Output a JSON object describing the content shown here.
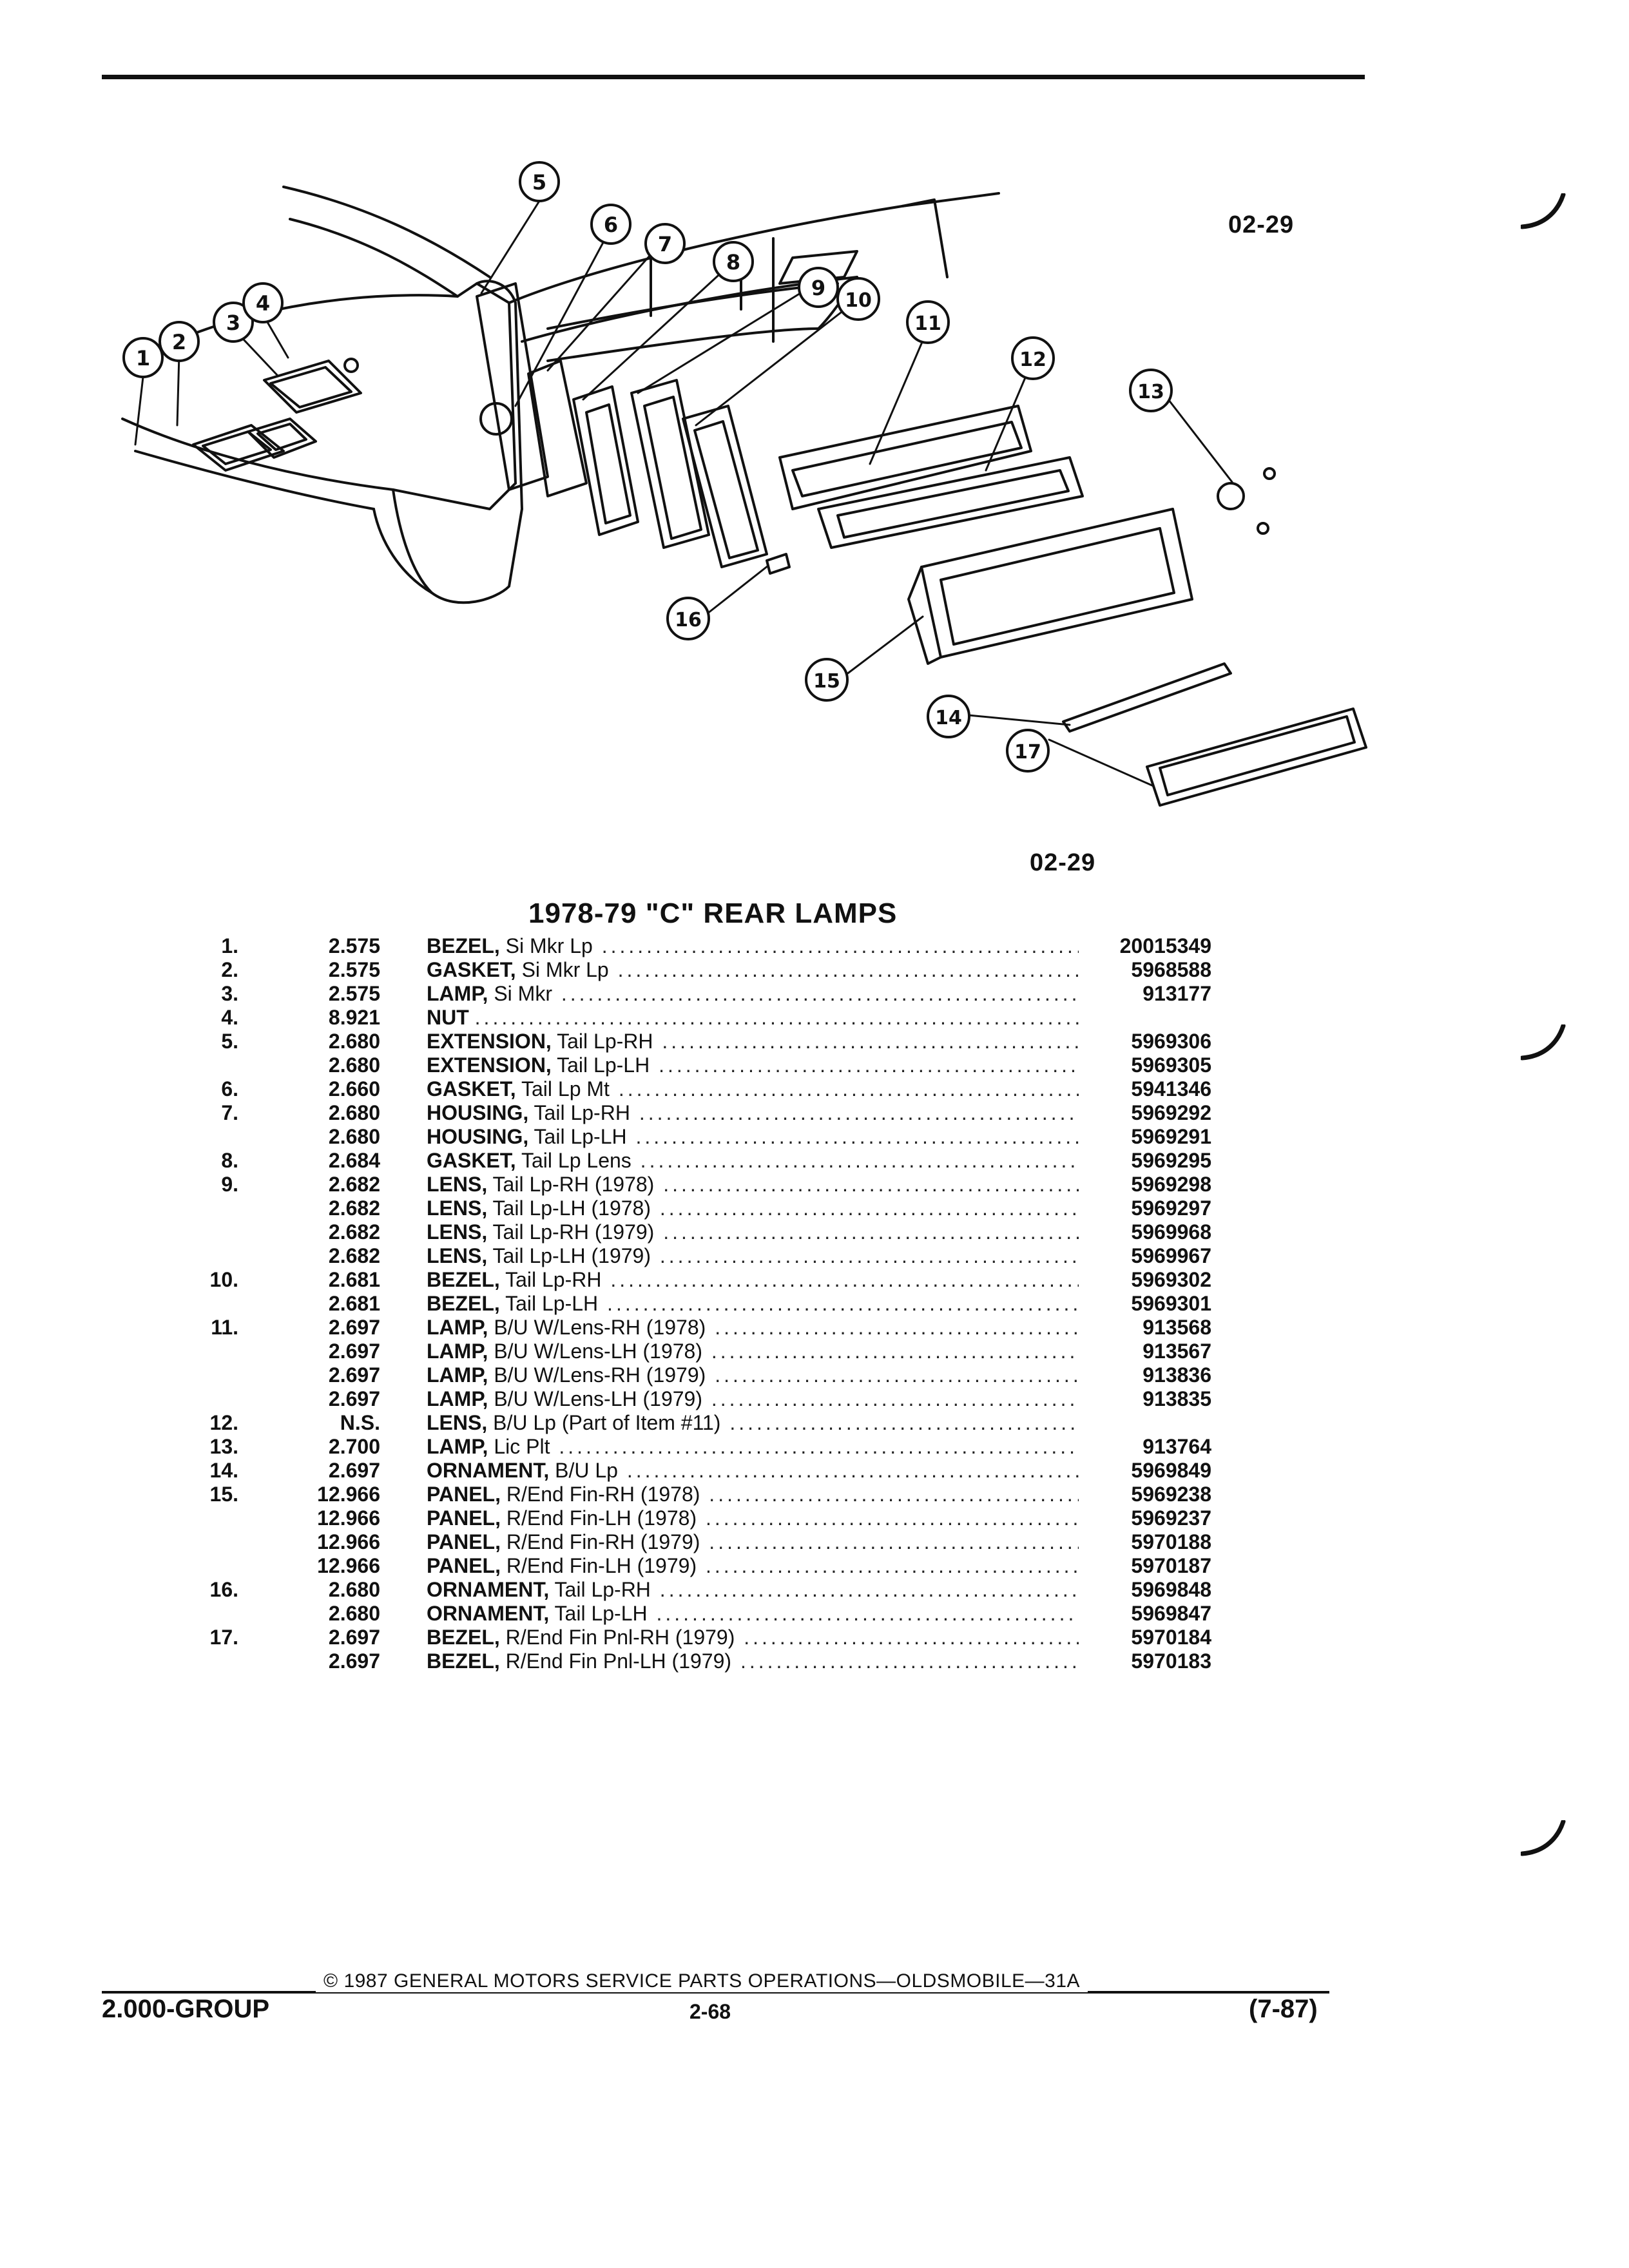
{
  "figure": {
    "code_top": "02-29",
    "code_mid": "02-29",
    "callouts": [
      "1",
      "2",
      "3",
      "4",
      "5",
      "6",
      "7",
      "8",
      "9",
      "10",
      "11",
      "12",
      "13",
      "14",
      "15",
      "16",
      "17"
    ]
  },
  "section_title": "1978-79 \"C\" REAR LAMPS",
  "parts": [
    {
      "item": "1.",
      "group": "2.575",
      "name": "BEZEL,",
      "desc": "Si Mkr Lp",
      "part": "20015349"
    },
    {
      "item": "2.",
      "group": "2.575",
      "name": "GASKET,",
      "desc": "Si Mkr Lp",
      "part": "5968588"
    },
    {
      "item": "3.",
      "group": "2.575",
      "name": "LAMP,",
      "desc": "Si Mkr",
      "part": "913177"
    },
    {
      "item": "4.",
      "group": "8.921",
      "name": "NUT",
      "desc": "",
      "part": ""
    },
    {
      "item": "5.",
      "group": "2.680",
      "name": "EXTENSION,",
      "desc": "Tail Lp-RH",
      "part": "5969306"
    },
    {
      "item": "",
      "group": "2.680",
      "name": "EXTENSION,",
      "desc": "Tail Lp-LH",
      "part": "5969305"
    },
    {
      "item": "6.",
      "group": "2.660",
      "name": "GASKET,",
      "desc": "Tail Lp Mt",
      "part": "5941346"
    },
    {
      "item": "7.",
      "group": "2.680",
      "name": "HOUSING,",
      "desc": "Tail Lp-RH",
      "part": "5969292"
    },
    {
      "item": "",
      "group": "2.680",
      "name": "HOUSING,",
      "desc": "Tail Lp-LH",
      "part": "5969291"
    },
    {
      "item": "8.",
      "group": "2.684",
      "name": "GASKET,",
      "desc": "Tail Lp Lens",
      "part": "5969295"
    },
    {
      "item": "9.",
      "group": "2.682",
      "name": "LENS,",
      "desc": "Tail Lp-RH (1978)",
      "part": "5969298"
    },
    {
      "item": "",
      "group": "2.682",
      "name": "LENS,",
      "desc": "Tail Lp-LH (1978)",
      "part": "5969297"
    },
    {
      "item": "",
      "group": "2.682",
      "name": "LENS,",
      "desc": "Tail Lp-RH (1979)",
      "part": "5969968"
    },
    {
      "item": "",
      "group": "2.682",
      "name": "LENS,",
      "desc": "Tail Lp-LH (1979)",
      "part": "5969967"
    },
    {
      "item": "10.",
      "group": "2.681",
      "name": "BEZEL,",
      "desc": "Tail Lp-RH",
      "part": "5969302"
    },
    {
      "item": "",
      "group": "2.681",
      "name": "BEZEL,",
      "desc": "Tail Lp-LH",
      "part": "5969301"
    },
    {
      "item": "11.",
      "group": "2.697",
      "name": "LAMP,",
      "desc": "B/U W/Lens-RH (1978)",
      "part": "913568"
    },
    {
      "item": "",
      "group": "2.697",
      "name": "LAMP,",
      "desc": "B/U W/Lens-LH (1978)",
      "part": "913567"
    },
    {
      "item": "",
      "group": "2.697",
      "name": "LAMP,",
      "desc": "B/U W/Lens-RH (1979)",
      "part": "913836"
    },
    {
      "item": "",
      "group": "2.697",
      "name": "LAMP,",
      "desc": "B/U W/Lens-LH (1979)",
      "part": "913835"
    },
    {
      "item": "12.",
      "group": "N.S.",
      "name": "LENS,",
      "desc": "B/U Lp (Part of Item #11)",
      "part": ""
    },
    {
      "item": "13.",
      "group": "2.700",
      "name": "LAMP,",
      "desc": "Lic Plt",
      "part": "913764"
    },
    {
      "item": "14.",
      "group": "2.697",
      "name": "ORNAMENT,",
      "desc": "B/U Lp",
      "part": "5969849"
    },
    {
      "item": "15.",
      "group": "12.966",
      "name": "PANEL,",
      "desc": "R/End Fin-RH (1978)",
      "part": "5969238"
    },
    {
      "item": "",
      "group": "12.966",
      "name": "PANEL,",
      "desc": "R/End Fin-LH (1978)",
      "part": "5969237"
    },
    {
      "item": "",
      "group": "12.966",
      "name": "PANEL,",
      "desc": "R/End Fin-RH (1979)",
      "part": "5970188"
    },
    {
      "item": "",
      "group": "12.966",
      "name": "PANEL,",
      "desc": "R/End Fin-LH (1979)",
      "part": "5970187"
    },
    {
      "item": "16.",
      "group": "2.680",
      "name": "ORNAMENT,",
      "desc": "Tail Lp-RH",
      "part": "5969848"
    },
    {
      "item": "",
      "group": "2.680",
      "name": "ORNAMENT,",
      "desc": "Tail Lp-LH",
      "part": "5969847"
    },
    {
      "item": "17.",
      "group": "2.697",
      "name": "BEZEL,",
      "desc": "R/End Fin Pnl-RH (1979)",
      "part": "5970184"
    },
    {
      "item": "",
      "group": "2.697",
      "name": "BEZEL,",
      "desc": "R/End Fin Pnl-LH (1979)",
      "part": "5970183"
    }
  ],
  "footer": {
    "copyright": "© 1987 GENERAL MOTORS SERVICE PARTS OPERATIONS—OLDSMOBILE—31A",
    "group_label": "2.000-GROUP",
    "page_number": "2-68",
    "revision": "(7-87)"
  }
}
